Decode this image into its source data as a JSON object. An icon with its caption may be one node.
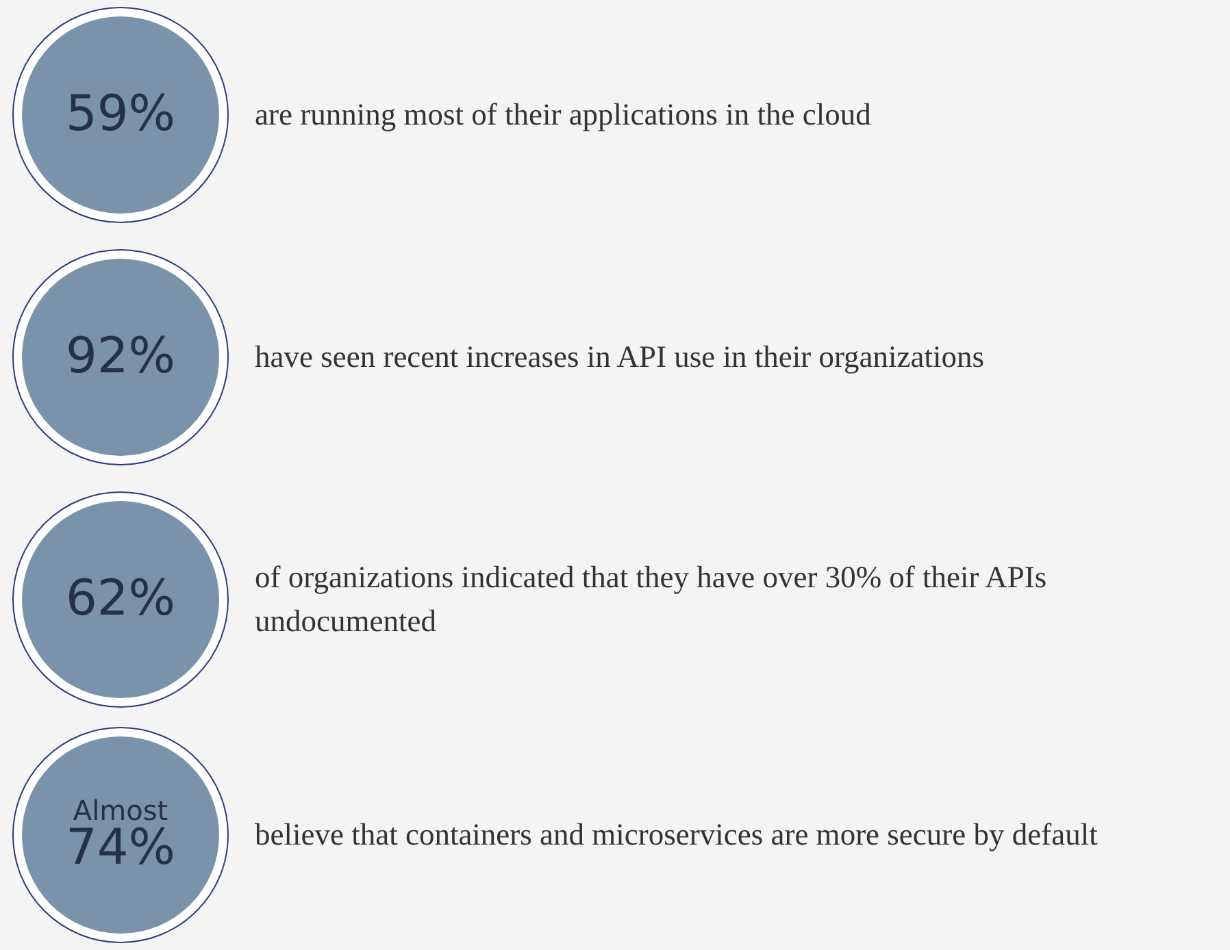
{
  "diagram": {
    "nodes": [
      {
        "text": [
          "59%"
        ],
        "beside": [
          "are running most of their applications in the cloud"
        ]
      },
      {
        "text": [
          "92%"
        ],
        "beside": [
          "have seen recent increases in API use in their organizations"
        ]
      },
      {
        "text": [
          "62%"
        ],
        "beside": [
          "of organizations indicated that they have over 30% of their APIs undocumented"
        ]
      },
      {
        "text": [
          "Almost",
          "74%"
        ],
        "beside": [
          "believe that containers and microservices are more secure by default"
        ]
      }
    ]
  }
}
